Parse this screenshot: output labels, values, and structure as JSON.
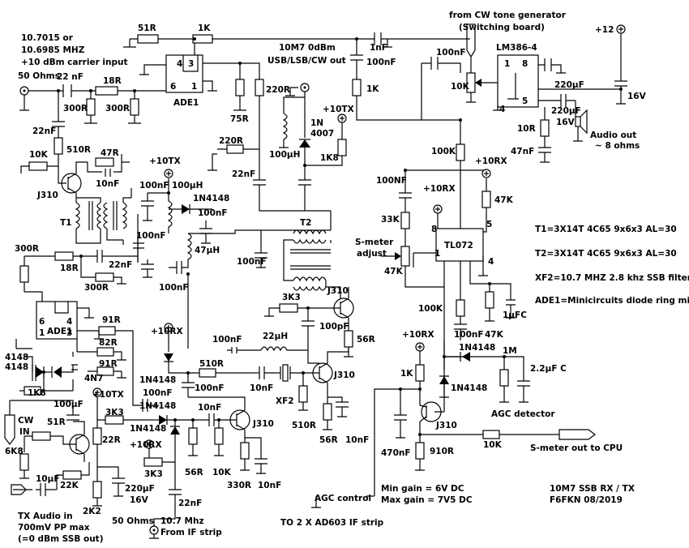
{
  "labels": {
    "freq_in_1": "10.7015 or",
    "freq_in_2": "10.6985 MHZ",
    "carrier_in": "+10 dBm carrier input",
    "ohm50_in": "50 Ohms",
    "ade1_top": "ADE1",
    "ade1_bottom": "ADE1",
    "out_level": "10M7 0dBm",
    "out_modes": "USB/LSB/CW out",
    "cw_tone_1": "from CW tone generator",
    "cw_tone_2": "(Switching board)",
    "lm386": "LM386-4",
    "audio_out_1": "Audio out",
    "audio_out_2": "~ 8 ohms",
    "plus12": "+12",
    "plus10tx_a": "+10TX",
    "plus10tx_b": "+10TX",
    "plus10tx_c": "+10TX",
    "plus10rx_a": "+10RX",
    "plus10rx_b": "+10RX",
    "plus10rx_c": "+10RX",
    "plus10rx_d": "+10RX",
    "plus10rx_e": "+10RX",
    "t1": "T1",
    "t2": "T2",
    "tl072": "TL072",
    "smeter_adj_1": "S-meter",
    "smeter_adj_2": "adjust",
    "note_t1": "T1=3X14T 4C65 9x6x3 AL=30",
    "note_t2": "T2=3X14T 4C65 9x6x3 AL=30",
    "note_xf2": "XF2=10.7 MHZ 2.8 khz SSB filter",
    "note_ade1": "ADE1=Minicircuits diode ring mixer",
    "xf2": "XF2",
    "agc_detector": "AGC detector",
    "smeter_out": "S-meter out to CPU",
    "agc_control": "AGC control",
    "to_ad603": "TO 2 X AD603 IF strip",
    "min_gain": "Min gain = 6V    DC",
    "max_gain": "Max gain = 7V5  DC",
    "title_1": "10M7 SSB  RX / TX",
    "title_2": "F6FKN  08/2019",
    "cw_in_1": "CW",
    "cw_in_2": "IN",
    "tx_audio_1": "TX Audio in",
    "tx_audio_2": "700mV PP max",
    "tx_audio_3": "(=0 dBm SSB out)",
    "ohm50_if": "50 Ohms",
    "if_freq": "10.7 Mhz",
    "if_from": "From IF strip",
    "pin_3": "3",
    "pin_4": "4",
    "pin_6": "6",
    "pin_1": "1",
    "pin2_6": "6",
    "pin2_4": "4",
    "pin2_1": "1",
    "pin2_3": "3",
    "lm_1": "1",
    "lm_8": "8",
    "lm_4": "4",
    "lm_5": "5",
    "tl_8": "8",
    "tl_5": "5",
    "tl_1": "1",
    "tl_4": "4"
  },
  "components": {
    "r51_top": "51R",
    "r1k_top": "1K",
    "c1nf": "1nF",
    "c22nf_in": "22 nF",
    "r18r_in": "18R",
    "r300_a": "300R",
    "r300_b": "300R",
    "c22nf_v": "22nF",
    "r510_a": "510R",
    "r10k_a": "10K",
    "j310_a": "J310",
    "r47r": "47R",
    "c10nf_a": "10nF",
    "r75r": "75R",
    "r220r_a": "220R",
    "c100nf_out": "100nF",
    "r1k_out": "1K",
    "c100nf_lm": "100nF",
    "c100nf_12": "100nF",
    "r10k_lm": "10K",
    "c220uf_a": "220µF",
    "c16v_a": "16V",
    "c220uf_b": "220µF",
    "c16v_b": "16V",
    "r10r": "10R",
    "c47nf": "47nF",
    "d1n4007_1": "1N",
    "d1n4007_2": "4007",
    "l100uh_a": "100µH",
    "r1k8_a": "1K8",
    "r220r_b": "220R",
    "c22nf_b": "22nF",
    "c100nf_t1": "100nF",
    "l100uh_b": "100µH",
    "d1n4148_a": "1N4148",
    "c100nf_b": "100nF",
    "c100nf_c": "100nF",
    "l47uh": "47µH",
    "c100nf_d": "100nF",
    "c100nf_e": "100nF",
    "r300_c": "300R",
    "r18r_b": "18R",
    "c22nf_c": "22nF",
    "r300_d": "300R",
    "r100k_a": "100K",
    "c100nf_lbl": "100NF",
    "r33k": "33K",
    "r47k_a": "47K",
    "r47k_b": "47K",
    "r100k_b": "100K",
    "c100nf_f": "100nF",
    "r47k_c": "47K",
    "c1ufc": "1µFC",
    "r3k3_a": "3K3",
    "j310_b": "J310",
    "c100pf": "100pF",
    "r56r_a": "56R",
    "r91r_a": "91R",
    "r82r": "82R",
    "r91r_b": "91R",
    "c4n7": "4N7",
    "d4148_1": "4148",
    "d4148_2": "4148",
    "r1k8_b": "1K8",
    "c100uf": "100µF",
    "c100nf_g": "100nF",
    "l22uh": "22µH",
    "d1n4148_b": "1N4148",
    "r510r_b": "510R",
    "c100nf_h": "100nF",
    "c10nf_b": "10nF",
    "r510r_c": "510R",
    "j310_c": "J310",
    "r56r_b": "56R",
    "c10nf_c": "10nF",
    "d1n4148_c": "1N4148",
    "c100nf_i": "100nF",
    "d1n4148_d": "1N4148",
    "c10nf_d": "10nF",
    "j310_d": "J310",
    "r51r_b": "51R",
    "r3k3_b": "3K3",
    "r22r": "22R",
    "r6k8": "6K8",
    "c10uf": "10µF",
    "r22k": "22K",
    "r2k2": "2K2",
    "c220uf_c": "220µF",
    "c16v_c": "16V",
    "r3k3_c": "3K3",
    "c22nf_d": "22nF",
    "r56r_c": "56R",
    "r10k_b": "10K",
    "r330r": "330R",
    "c10nf_e": "10nF",
    "r1k_b": "1K",
    "c470nf": "470nF",
    "r910r": "910R",
    "j310_e": "J310",
    "r10k_c": "10K",
    "d1n4148_e": "1N4148",
    "r1m": "1M",
    "c2u2": "2.2µF C",
    "d1n4148_f": "1N4148",
    "c100nf_j": "100nF"
  }
}
